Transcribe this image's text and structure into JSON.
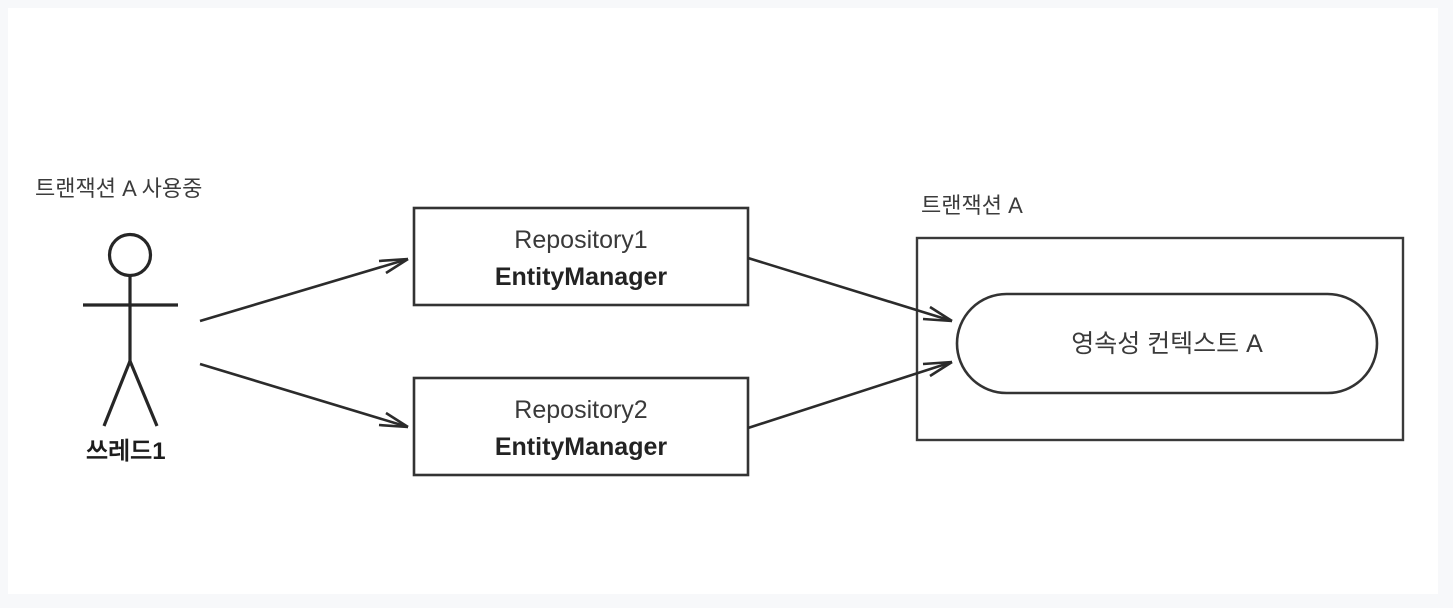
{
  "canvas": {
    "background_color": "#f7f8fa",
    "card_color": "#ffffff",
    "stroke_color": "#2b2b2b"
  },
  "diagram": {
    "type": "uml-sequence-like-architecture",
    "actor": {
      "name": "actor-thread1",
      "caption_above": "트랜잭션 A 사용중",
      "caption_below": "쓰레드1"
    },
    "nodes": [
      {
        "id": "repository1",
        "title": "Repository1",
        "subtitle": "EntityManager"
      },
      {
        "id": "repository2",
        "title": "Repository2",
        "subtitle": "EntityManager"
      }
    ],
    "transaction_box": {
      "label": "트랜잭션 A",
      "inner_node": "영속성 컨텍스트 A"
    },
    "edges": [
      {
        "from": "actor-thread1",
        "to": "repository1",
        "arrow": "open"
      },
      {
        "from": "actor-thread1",
        "to": "repository2",
        "arrow": "open"
      },
      {
        "from": "repository1",
        "to": "persistence-context-a",
        "arrow": "open"
      },
      {
        "from": "repository2",
        "to": "persistence-context-a",
        "arrow": "open"
      }
    ]
  }
}
